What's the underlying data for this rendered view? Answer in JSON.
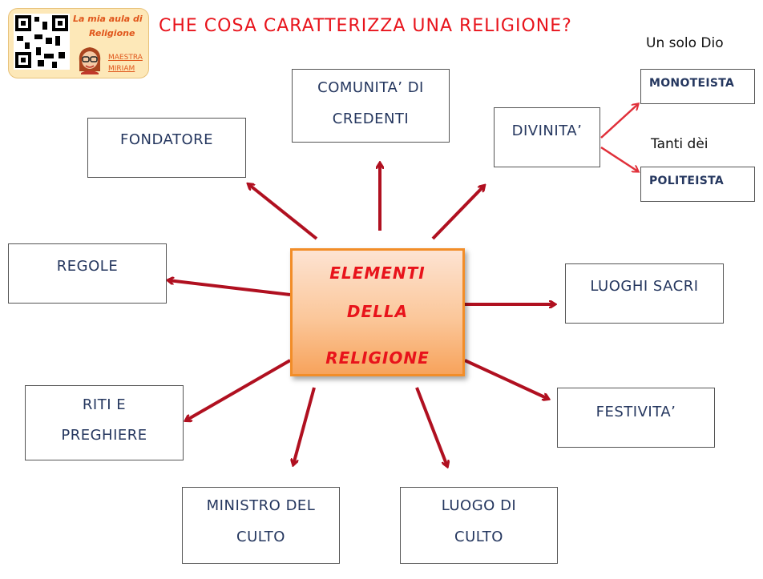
{
  "header": {
    "title": "CHE COSA CARATTERIZZA UNA RELIGIONE?"
  },
  "logo": {
    "line1": "La mia aula di",
    "line2": "Religione",
    "name1": "MAESTRA",
    "name2": "MIRIAM"
  },
  "center": {
    "line1": "ELEMENTI",
    "line2": "DELLA",
    "line3": "RELIGIONE"
  },
  "boxes": {
    "comunita": [
      "COMUNITA’ DI",
      "CREDENTI"
    ],
    "fondatore": [
      "FONDATORE"
    ],
    "divinita": [
      "DIVINITA’"
    ],
    "regole": [
      "REGOLE"
    ],
    "luoghi_sacri": [
      "LUOGHI SACRI"
    ],
    "riti": [
      "RITI E",
      "PREGHIERE"
    ],
    "festivita": [
      "FESTIVITA’"
    ],
    "ministro": [
      "MINISTRO DEL",
      "CULTO"
    ],
    "luogo_culto": [
      "LUOGO DI",
      "CULTO"
    ],
    "monoteista": [
      "MONOTEISTA"
    ],
    "politeista": [
      "POLITEISTA"
    ]
  },
  "notes": {
    "un_solo_dio": "Un solo Dio",
    "tanti_dei": "Tanti dèi"
  },
  "colors": {
    "title": "#e8131b",
    "box_text": "#25375f",
    "arrow": "#b01020",
    "center_border": "#f28d28"
  }
}
